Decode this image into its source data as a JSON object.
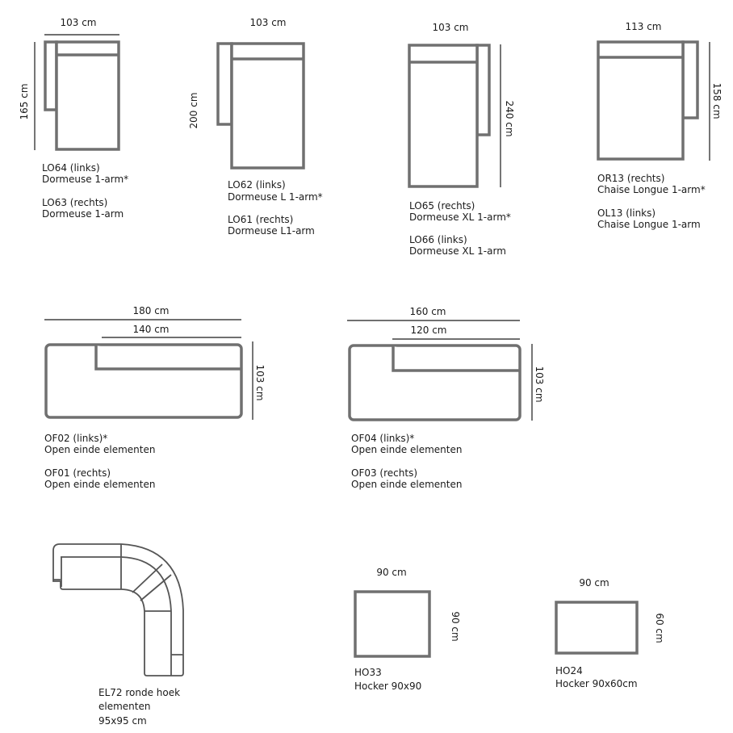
{
  "items": {
    "lo64": {
      "width": "103 cm",
      "depth": "165 cm",
      "codes": [
        {
          "code": "LO64 (links)",
          "name": "Dormeuse 1-arm*"
        },
        {
          "code": "LO63 (rechts)",
          "name": "Dormeuse 1-arm"
        }
      ]
    },
    "lo62": {
      "width": "103 cm",
      "depth": "200 cm",
      "codes": [
        {
          "code": "LO62 (links)",
          "name": "Dormeuse L 1-arm*"
        },
        {
          "code": "LO61 (rechts)",
          "name": "Dormeuse L1-arm"
        }
      ]
    },
    "lo65": {
      "width": "103 cm",
      "depth": "240 cm",
      "codes": [
        {
          "code": "LO65 (rechts)",
          "name": "Dormeuse XL 1-arm*"
        },
        {
          "code": "LO66 (links)",
          "name": "Dormeuse XL 1-arm"
        }
      ]
    },
    "or13": {
      "width": "113 cm",
      "depth": "158 cm",
      "codes": [
        {
          "code": "OR13 (rechts)",
          "name": "Chaise Longue 1-arm*"
        },
        {
          "code": "OL13 (links)",
          "name": "Chaise Longue 1-arm"
        }
      ]
    },
    "of02": {
      "width_total": "180 cm",
      "width_seat": "140 cm",
      "depth": "103 cm",
      "codes": [
        {
          "code": "OF02 (links)*",
          "name": "Open einde elementen"
        },
        {
          "code": "OF01 (rechts)",
          "name": "Open einde elementen"
        }
      ]
    },
    "of04": {
      "width_total": "160 cm",
      "width_seat": "120 cm",
      "depth": "103 cm",
      "codes": [
        {
          "code": "OF04 (links)*",
          "name": "Open einde elementen"
        },
        {
          "code": "OF03 (rechts)",
          "name": "Open einde elementen"
        }
      ]
    },
    "el72": {
      "lines": [
        "EL72 ronde hoek",
        "elementen",
        "95x95 cm"
      ]
    },
    "ho33": {
      "width": "90 cm",
      "depth": "90 cm",
      "code": "HO33",
      "name": "Hocker 90x90"
    },
    "ho24": {
      "width": "90 cm",
      "depth": "60 cm",
      "code": "HO24",
      "name": "Hocker 90x60cm"
    }
  }
}
